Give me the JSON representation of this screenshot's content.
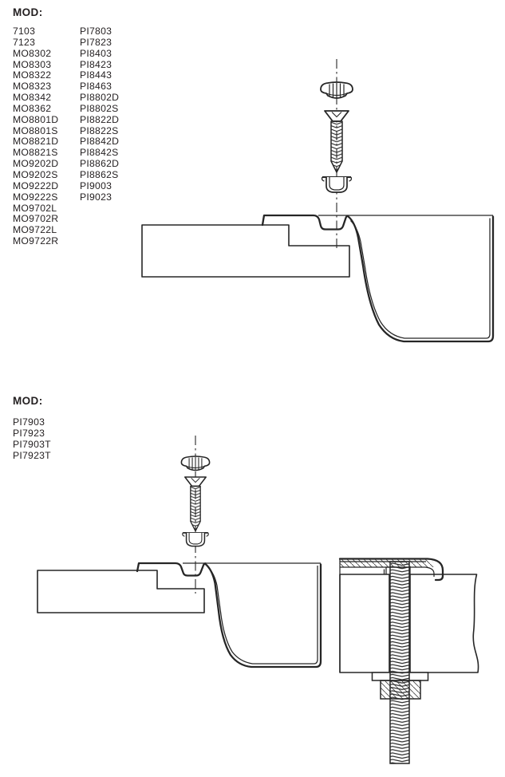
{
  "colors": {
    "ink": "#231f20",
    "line": "#262626",
    "hatch": "#4a4a4a",
    "background": "#ffffff"
  },
  "section_top": {
    "header": "MOD:",
    "models_col1": [
      "7103",
      "7123",
      "MO8302",
      "MO8303",
      "MO8322",
      "MO8323",
      "MO8342",
      "MO8362",
      "MO8801D",
      "MO8801S",
      "MO8821D",
      "MO8821S",
      "MO9202D",
      "MO9202S",
      "MO9222D",
      "MO9222S",
      "MO9702L",
      "MO9702R",
      "MO9722L",
      "MO9722R"
    ],
    "models_col2": [
      "PI7803",
      "PI7823",
      "PI8403",
      "PI8423",
      "PI8443",
      "PI8463",
      "PI8802D",
      "PI8802S",
      "PI8822D",
      "PI8822S",
      "PI8842D",
      "PI8842S",
      "PI8862D",
      "PI8862S",
      "PI9003",
      "PI9023"
    ]
  },
  "section_bottom": {
    "header": "MOD:",
    "models_col1": [
      "PI7903",
      "PI7923",
      "PI7903T",
      "PI7923T"
    ]
  },
  "diagram_parts": {
    "top_assembly": [
      "cover-cap",
      "countersunk-screw",
      "clip-cup"
    ],
    "top_section": [
      "countertop-cross-section",
      "sink-rim-profile",
      "sink-bowl"
    ],
    "bottom_assembly": [
      "cover-cap",
      "countersunk-screw",
      "clip-cup"
    ],
    "bottom_left_section": [
      "countertop-cross-section",
      "sink-rim-profile",
      "sink-bowl"
    ],
    "bottom_right_section": [
      "sink-flat-rim",
      "countertop-cross-section",
      "threaded-stud",
      "washer",
      "nut"
    ]
  }
}
